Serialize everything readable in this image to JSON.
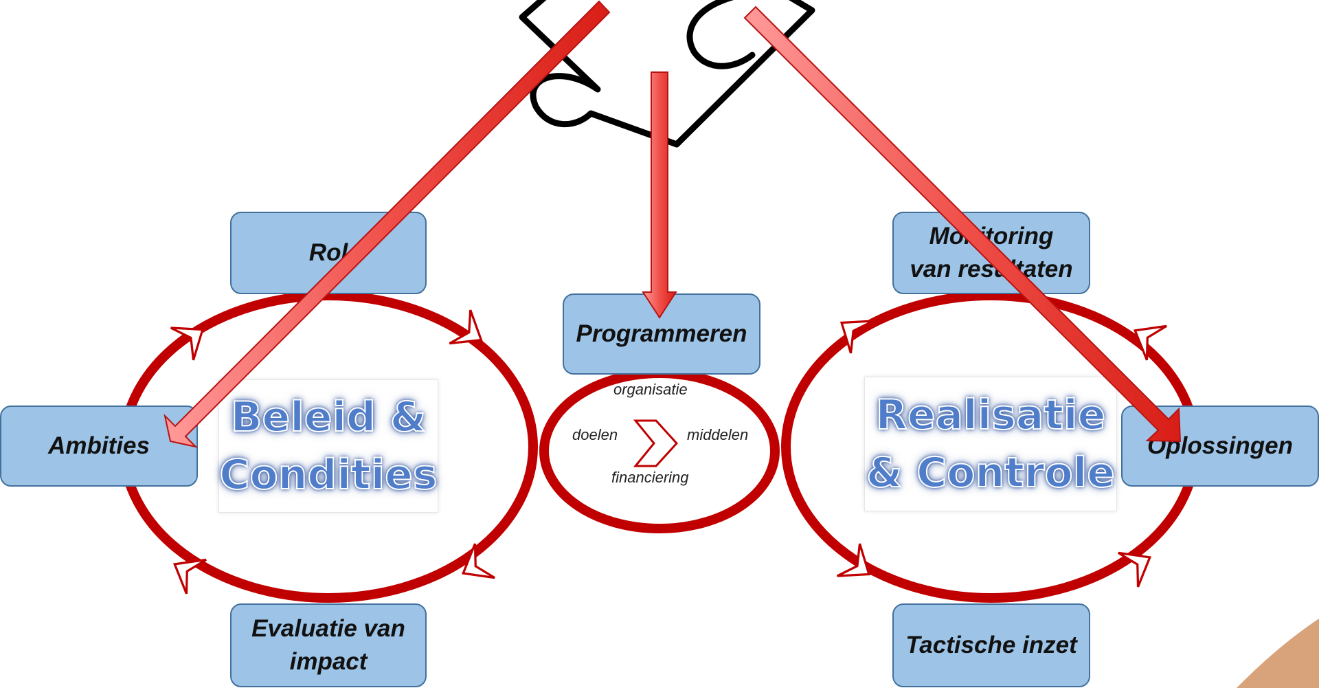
{
  "nodes": {
    "rol": "Rol",
    "ambities": "Ambities",
    "evaluatie_line1": "Evaluatie van",
    "evaluatie_line2": "impact",
    "programmeren": "Programmeren",
    "monitoring_line1": "Monitoring",
    "monitoring_line2": "van resultaten",
    "oplossingen": "Oplossingen",
    "tactische_inzet": "Tactische inzet"
  },
  "panels": {
    "left_line1": "Beleid &",
    "left_line2": "Condities",
    "right_line1": "Realisatie",
    "right_line2": "& Controle"
  },
  "center_cycle": {
    "top": "organisatie",
    "left": "doelen",
    "right": "middelen",
    "bottom": "financiering"
  },
  "colors": {
    "cycle_red": "#c00000",
    "arrow_red": "#e8231d",
    "box_blue": "#9dc3e6",
    "title_blue": "#4f7dc9"
  },
  "icons": [
    "puzzle-piece-icon",
    "chevron-right-icon"
  ]
}
